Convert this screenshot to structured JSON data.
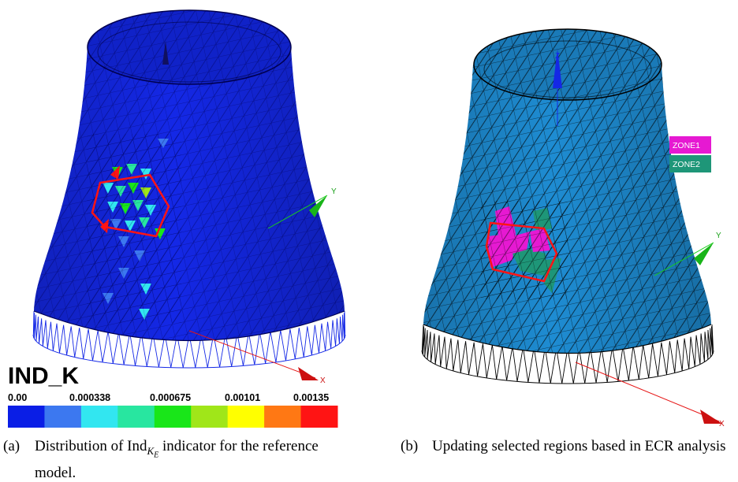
{
  "left_panel": {
    "legend_title": "IND_K",
    "colorbar_ticks": [
      "0.00",
      "0.000338",
      "0.000675",
      "0.00101",
      "0.00135"
    ],
    "colorbar_colors": [
      "#0a1ee6",
      "#3c78f0",
      "#32e6f0",
      "#28e6a0",
      "#19e619",
      "#a0e619",
      "#ffff00",
      "#ff7814",
      "#ff1414"
    ],
    "mesh_color": "#1428e6",
    "axes": {
      "y": "Y",
      "x": "X"
    }
  },
  "right_panel": {
    "zones": [
      {
        "label": "ZONE1",
        "color": "#e619d2"
      },
      {
        "label": "ZONE2",
        "color": "#1e9678"
      }
    ],
    "mesh_color": "#1e8cd2",
    "axes": {
      "z": "Z",
      "y": "Y",
      "x": "X"
    }
  },
  "captions": {
    "a_tag": "(a)",
    "a_text_before": "Distribution of Ind",
    "a_subscript": "K",
    "a_subsubscript": "E",
    "a_text_after": " indicator for the reference model.",
    "b_tag": "(b)",
    "b_text": "Updating selected regions based in ECR analysis"
  }
}
